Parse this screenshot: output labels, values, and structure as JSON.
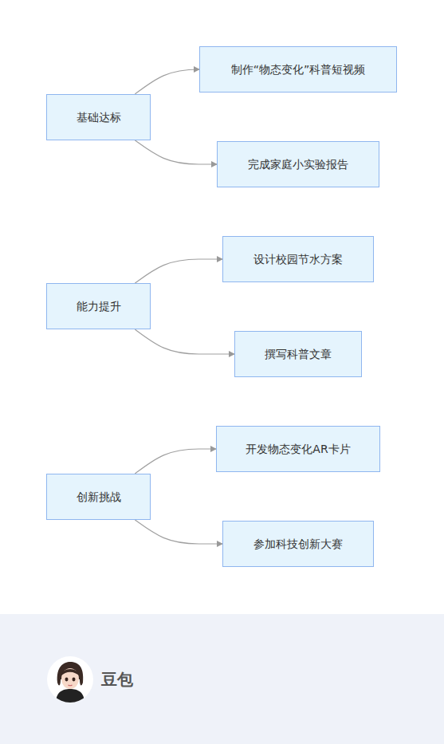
{
  "diagram": {
    "nodes": [
      {
        "text": [
          "基础达标"
        ]
      },
      {
        "text": [
          "制作“物态变化”科普短视频"
        ]
      },
      {
        "text": [
          "完成家庭小实验报告"
        ]
      },
      {
        "text": [
          "能力提升"
        ]
      },
      {
        "text": [
          "设计校园节水方案"
        ]
      },
      {
        "text": [
          "撰写科普文章"
        ]
      },
      {
        "text": [
          "创新挑战"
        ]
      },
      {
        "text": [
          "开发物态变化AR卡片"
        ]
      },
      {
        "text": [
          "参加科技创新大赛"
        ]
      }
    ],
    "edges": [
      {
        "from": 0,
        "to": 1,
        "arrow": "to"
      },
      {
        "from": 0,
        "to": 2,
        "arrow": "to"
      },
      {
        "from": 3,
        "to": 4,
        "arrow": "to"
      },
      {
        "from": 3,
        "to": 5,
        "arrow": "to"
      },
      {
        "from": 6,
        "to": 7,
        "arrow": "to"
      },
      {
        "from": 6,
        "to": 8,
        "arrow": "to"
      }
    ],
    "labels": [
      "豆包"
    ]
  }
}
